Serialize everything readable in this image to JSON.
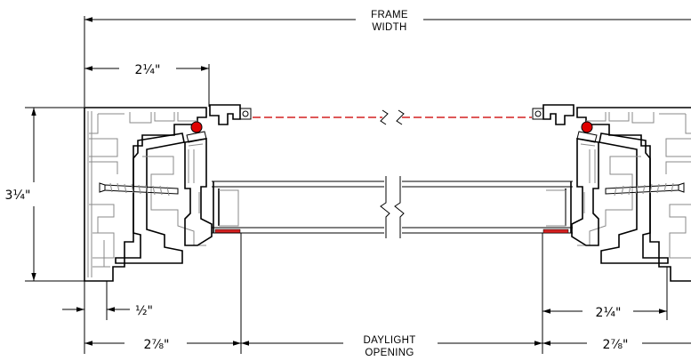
{
  "labels": {
    "frame_width_1": "FRAME",
    "frame_width_2": "WIDTH",
    "daylight_1": "DAYLIGHT",
    "daylight_2": "OPENING"
  },
  "dimensions": {
    "top_left": "2¼\"",
    "height": "3¼\"",
    "half_inch": "½\"",
    "bottom_left": "2⅞\"",
    "bottom_right": "2⅞\"",
    "right_inner": "2¼\""
  },
  "colors": {
    "seal": "#e00000",
    "dash": "#d42020",
    "setting_block": "#d42020",
    "line": "#000000",
    "frame_fill": "#e9e9e9"
  }
}
